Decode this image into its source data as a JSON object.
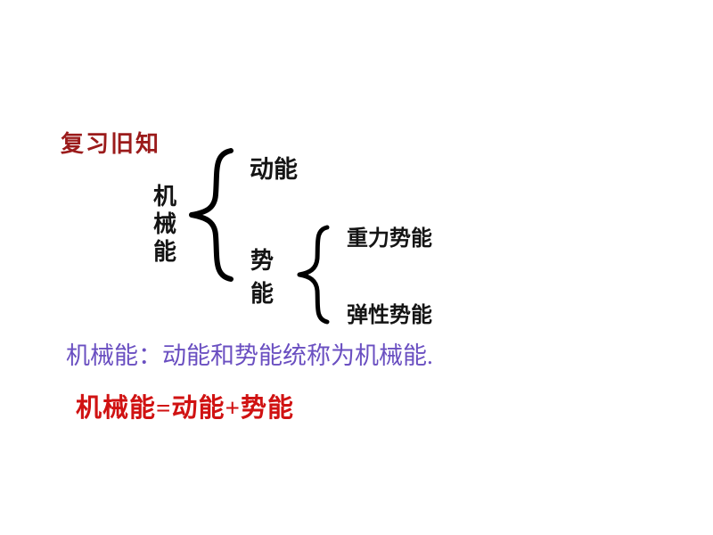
{
  "slide": {
    "title": "复习旧知",
    "tree": {
      "root": "机械能",
      "kinetic": "动能",
      "potential": "势能",
      "gravitational": "重力势能",
      "elastic": "弹性势能"
    },
    "definition": "机械能：动能和势能统称为机械能.",
    "formula": "机械能=动能+势能"
  },
  "colors": {
    "background": "#FFFFFF",
    "title": "#9B1B1B",
    "diagram_text": "#141414",
    "brace": "#000000",
    "definition": "#6A4FC1",
    "formula": "#D01212"
  }
}
